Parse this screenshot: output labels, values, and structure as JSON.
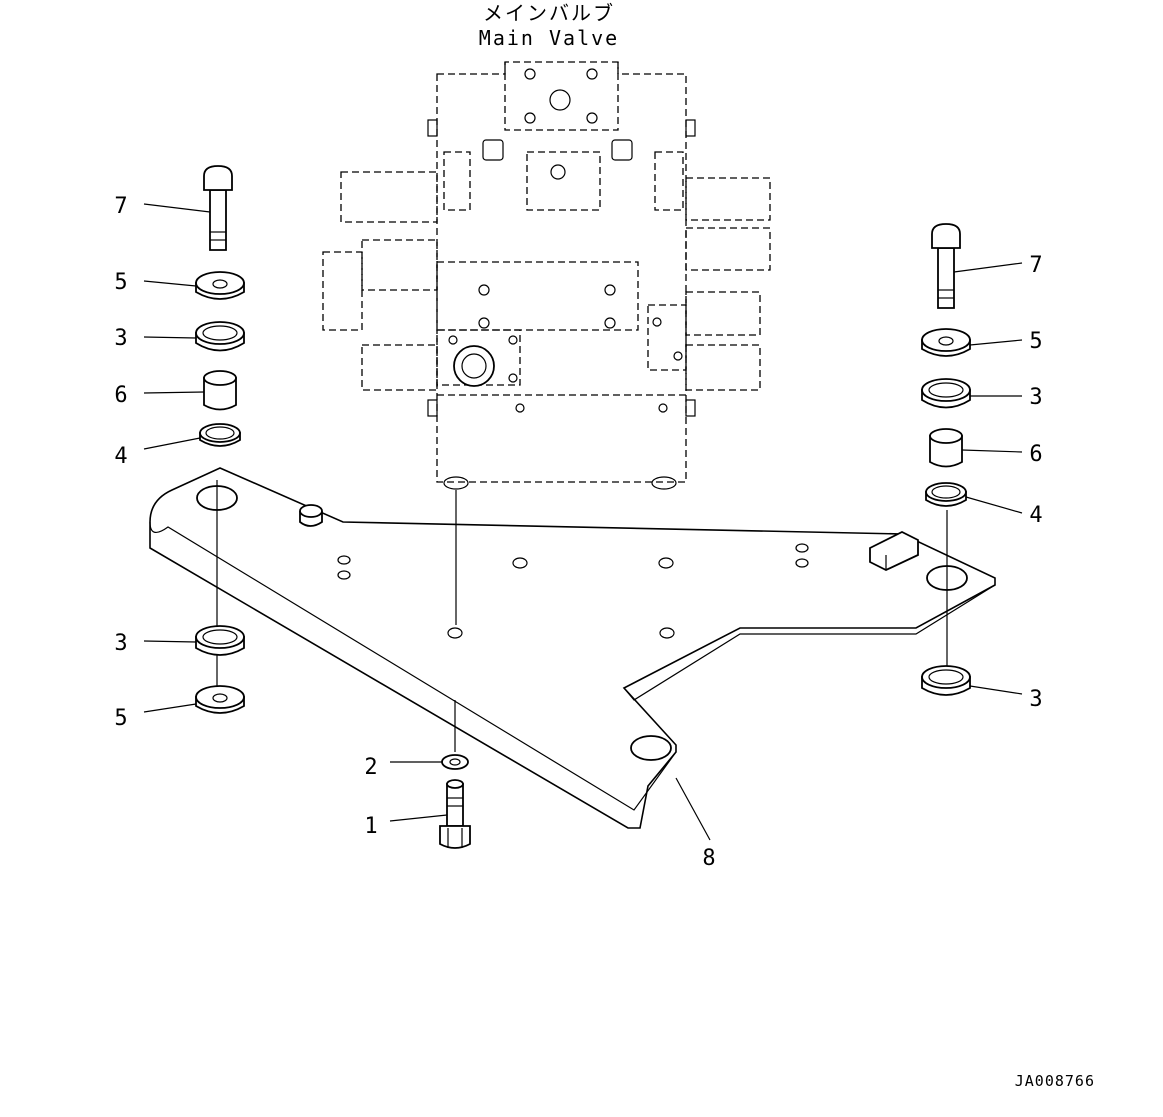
{
  "title_jp": "メインバルブ",
  "title_en": "Main Valve",
  "drawing_ref": "JA008766",
  "callouts": {
    "c7_left": "7",
    "c5_left_top": "5",
    "c3_left_top": "3",
    "c6_left": "6",
    "c4_left": "4",
    "c3_left_bottom": "3",
    "c5_left_bottom": "5",
    "c2": "2",
    "c1": "1",
    "c8": "8",
    "c7_right": "7",
    "c5_right": "5",
    "c3_right_top": "3",
    "c6_right": "6",
    "c4_right": "4",
    "c3_right_bottom": "3"
  },
  "icons": [
    "bolt-icon",
    "washer-icon",
    "cushion-icon",
    "collar-icon",
    "bracket-icon",
    "valve-icon"
  ]
}
